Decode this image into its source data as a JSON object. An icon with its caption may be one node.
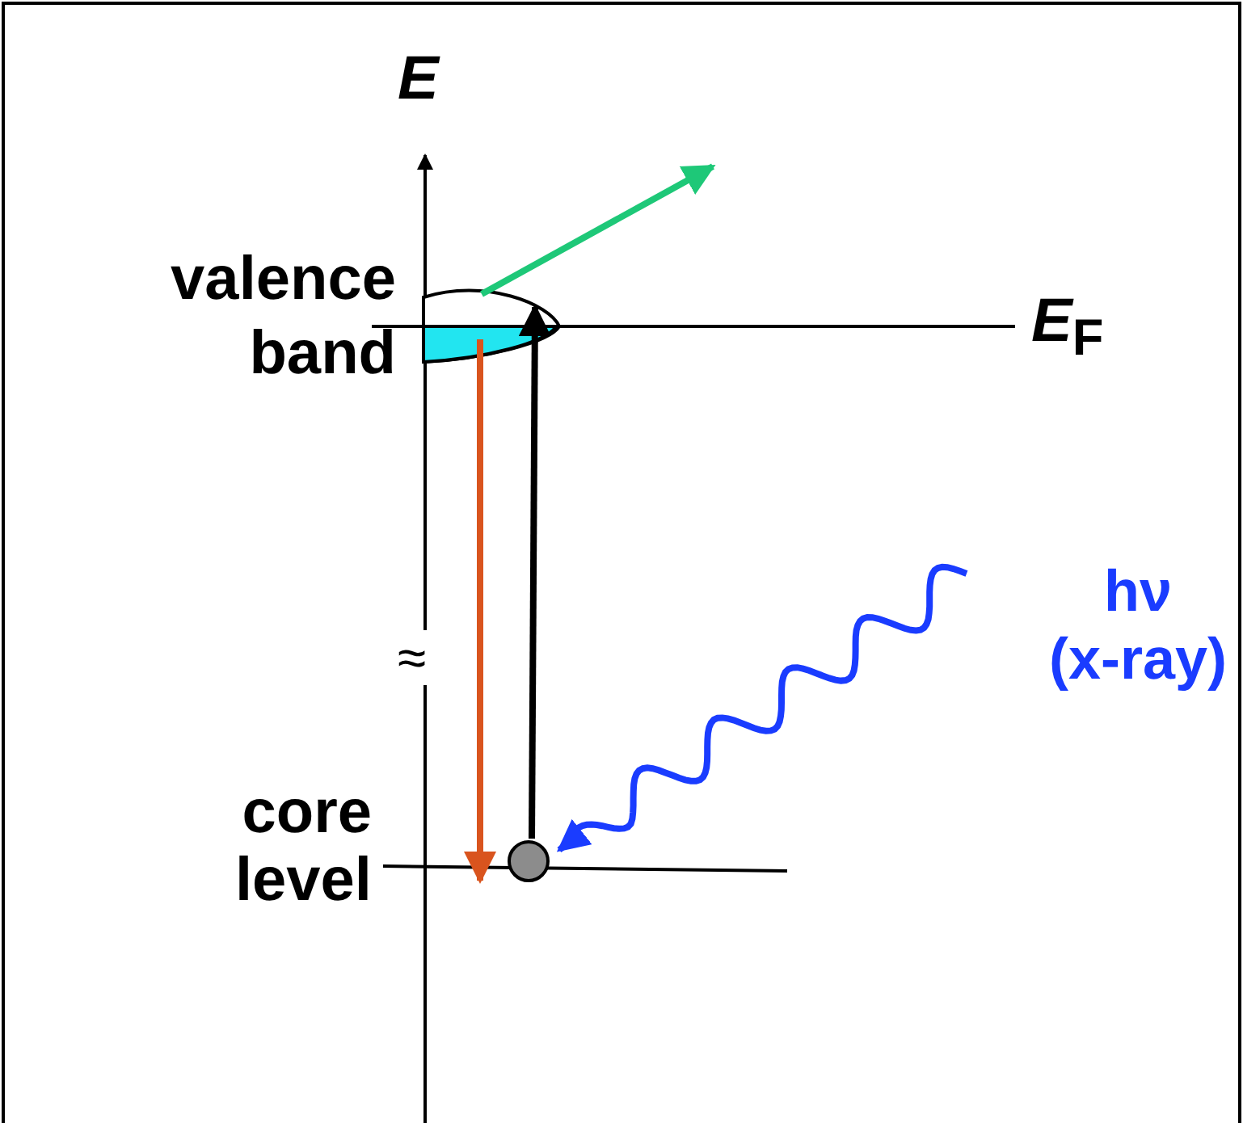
{
  "diagram": {
    "nodes": [
      {
        "text": [
          "valence band"
        ]
      },
      {
        "text": [],
        "shape": "circle"
      },
      {
        "text": [
          "hν",
          "(x-ray)"
        ]
      }
    ],
    "edges": [
      {
        "from": 2,
        "to": 1,
        "arrow": "to",
        "color": "#1a3cff"
      },
      {
        "from": 1,
        "to": 0,
        "arrow": "to",
        "color": "#000000"
      },
      {
        "from": 0,
        "to": 1,
        "arrow": "to",
        "color": "#d9541e"
      },
      {
        "from": 0,
        "to": null,
        "arrow": "to",
        "color": "#1ec878"
      }
    ],
    "labels": [
      "E",
      "*E*$_{F}$",
      "core level",
      "≈"
    ]
  }
}
